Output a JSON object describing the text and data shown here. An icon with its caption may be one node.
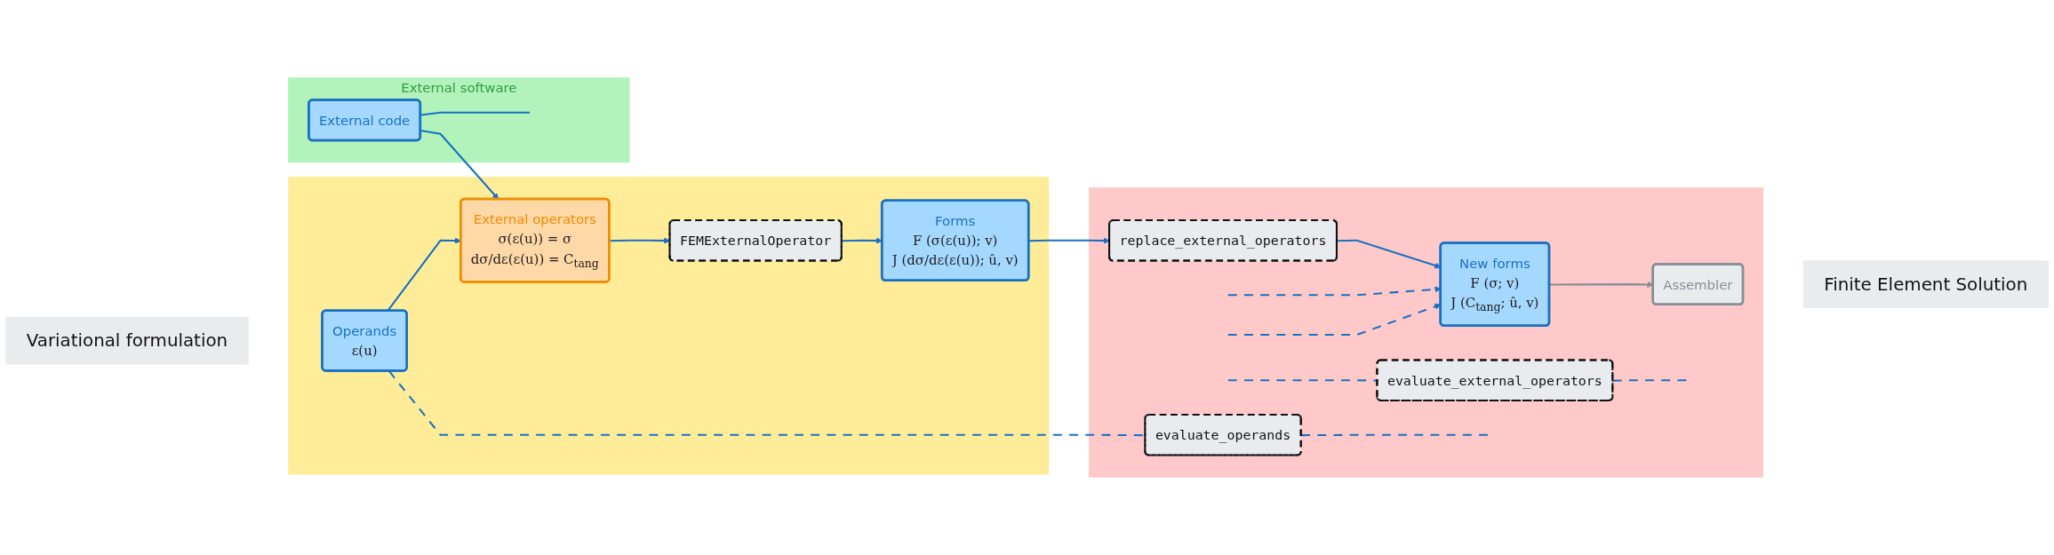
{
  "diagram": {
    "nodes": [
      {
        "text": [
          "Variational formulation"
        ]
      },
      {
        "text": [],
        "shape": "box"
      },
      {
        "text": [
          "Operands",
          "ε(u)"
        ],
        "in": 1
      },
      {
        "text": [
          "External operators",
          "σ(ε(u)) = σ",
          "dσ/dε(ε(u)) = C$_{tang}$"
        ],
        "in": 1
      },
      {
        "text": [
          "FEMExternalOperator"
        ],
        "in": 1
      },
      {
        "text": [
          "Forms",
          "F (σ(ε(u)); v)",
          "J (dσ/dε(ε(u)); û, v)"
        ],
        "in": 1
      },
      {
        "text": [],
        "shape": "box"
      },
      {
        "text": [
          "evaluate_operands"
        ],
        "in": 6
      },
      {
        "text": [
          "replace_external_operators"
        ],
        "in": 6
      },
      {
        "text": [
          "New forms",
          "F (σ; v)",
          "J (C$_{tang}$; û, v)"
        ],
        "in": 6
      },
      {
        "text": [
          "Assembler"
        ],
        "in": 6
      },
      {
        "text": [
          "evaluate_external_operators"
        ],
        "in": 6
      },
      {
        "text": [
          "External software"
        ]
      },
      {
        "text": [
          "External code"
        ],
        "in": 12
      },
      {
        "text": [
          "Finite Element Solution"
        ]
      }
    ],
    "edges": [
      {
        "from": 2,
        "to": 3,
        "arrow": "to"
      },
      {
        "from": 3,
        "to": 4,
        "arrow": "to"
      },
      {
        "from": 4,
        "to": 5,
        "arrow": "to"
      },
      {
        "from": 5,
        "to": 8,
        "arrow": "to"
      },
      {
        "from": 8,
        "to": 9,
        "arrow": "to"
      },
      {
        "from": 9,
        "to": 10,
        "arrow": "to",
        "color": "#868e96"
      },
      {
        "from": 13,
        "to": 3,
        "arrow": "to"
      },
      {
        "from": 2,
        "to": 7,
        "arrow": "none",
        "style": "dashed"
      },
      {
        "from": 7,
        "to": null,
        "arrow": "none",
        "style": "dashed"
      },
      {
        "from": null,
        "to": 9,
        "arrow": "to",
        "style": "dashed"
      },
      {
        "from": 13,
        "to": null,
        "arrow": "none"
      },
      {
        "from": null,
        "to": 11,
        "arrow": "none",
        "style": "dashed"
      },
      {
        "from": 11,
        "to": null,
        "arrow": "none",
        "style": "dashed"
      },
      {
        "from": null,
        "to": 9,
        "arrow": "to",
        "style": "dashed"
      }
    ]
  }
}
